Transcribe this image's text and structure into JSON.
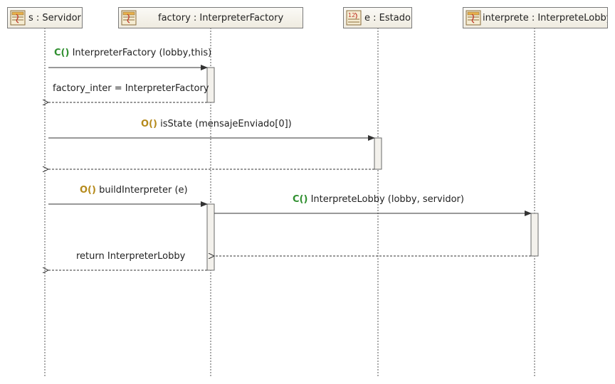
{
  "colors": {
    "constructor_prefix": "#2f8f2f",
    "operation_prefix": "#b58a1b",
    "line": "#333333",
    "activation_fill": "#f3f1ec"
  },
  "lifelines": [
    {
      "name": "s",
      "type": "Servidor",
      "label": "s : Servidor",
      "icon": "class-icon"
    },
    {
      "name": "factory",
      "type": "InterpreterFactory",
      "label": "factory : InterpreterFactory",
      "icon": "class-icon"
    },
    {
      "name": "e",
      "type": "Estado",
      "label": "e : Estado",
      "icon": "enum-icon"
    },
    {
      "name": "interprete",
      "type": "InterpreteLobby",
      "label": "interprete : InterpreteLobby",
      "icon": "class-icon"
    }
  ],
  "messages": [
    {
      "prefix": "C()",
      "text": "InterpreterFactory (lobby,this)",
      "kind": "create"
    },
    {
      "prefix": "",
      "text": "factory_inter = InterpreterFactory",
      "kind": "return"
    },
    {
      "prefix": "O()",
      "text": "isState (mensajeEnviado[0])",
      "kind": "call"
    },
    {
      "prefix": "O()",
      "text": "buildInterpreter (e)",
      "kind": "call"
    },
    {
      "prefix": "C()",
      "text": "InterpreteLobby (lobby, servidor)",
      "kind": "create"
    },
    {
      "prefix": "",
      "text": "return InterpreterLobby",
      "kind": "return"
    }
  ],
  "enum_icon_text": "12"
}
